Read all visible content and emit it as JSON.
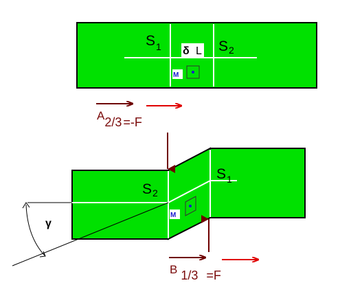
{
  "colors": {
    "block": "#00e100",
    "outline": "#000000",
    "line": "#ffffff",
    "arrow_dark": "#6e0000",
    "arrow_red": "#e00000",
    "m_label": "#1a1ad0"
  },
  "top_figure": {
    "s1_main": "S",
    "s1_sub": "1",
    "s2_main": "S",
    "s2_sub": "2",
    "delta_label": "δ",
    "l_label": "L",
    "m_label": "M",
    "a_main": "A",
    "a_sub": "2/3",
    "a_eq": "=-F"
  },
  "bottom_figure": {
    "s1_main": "S",
    "s1_sub": "1",
    "s2_main": "S",
    "s2_sub": "2",
    "gamma": "γ",
    "m_label": "M",
    "b_main": "B",
    "b_sub": "1/3",
    "b_eq": "=F"
  }
}
